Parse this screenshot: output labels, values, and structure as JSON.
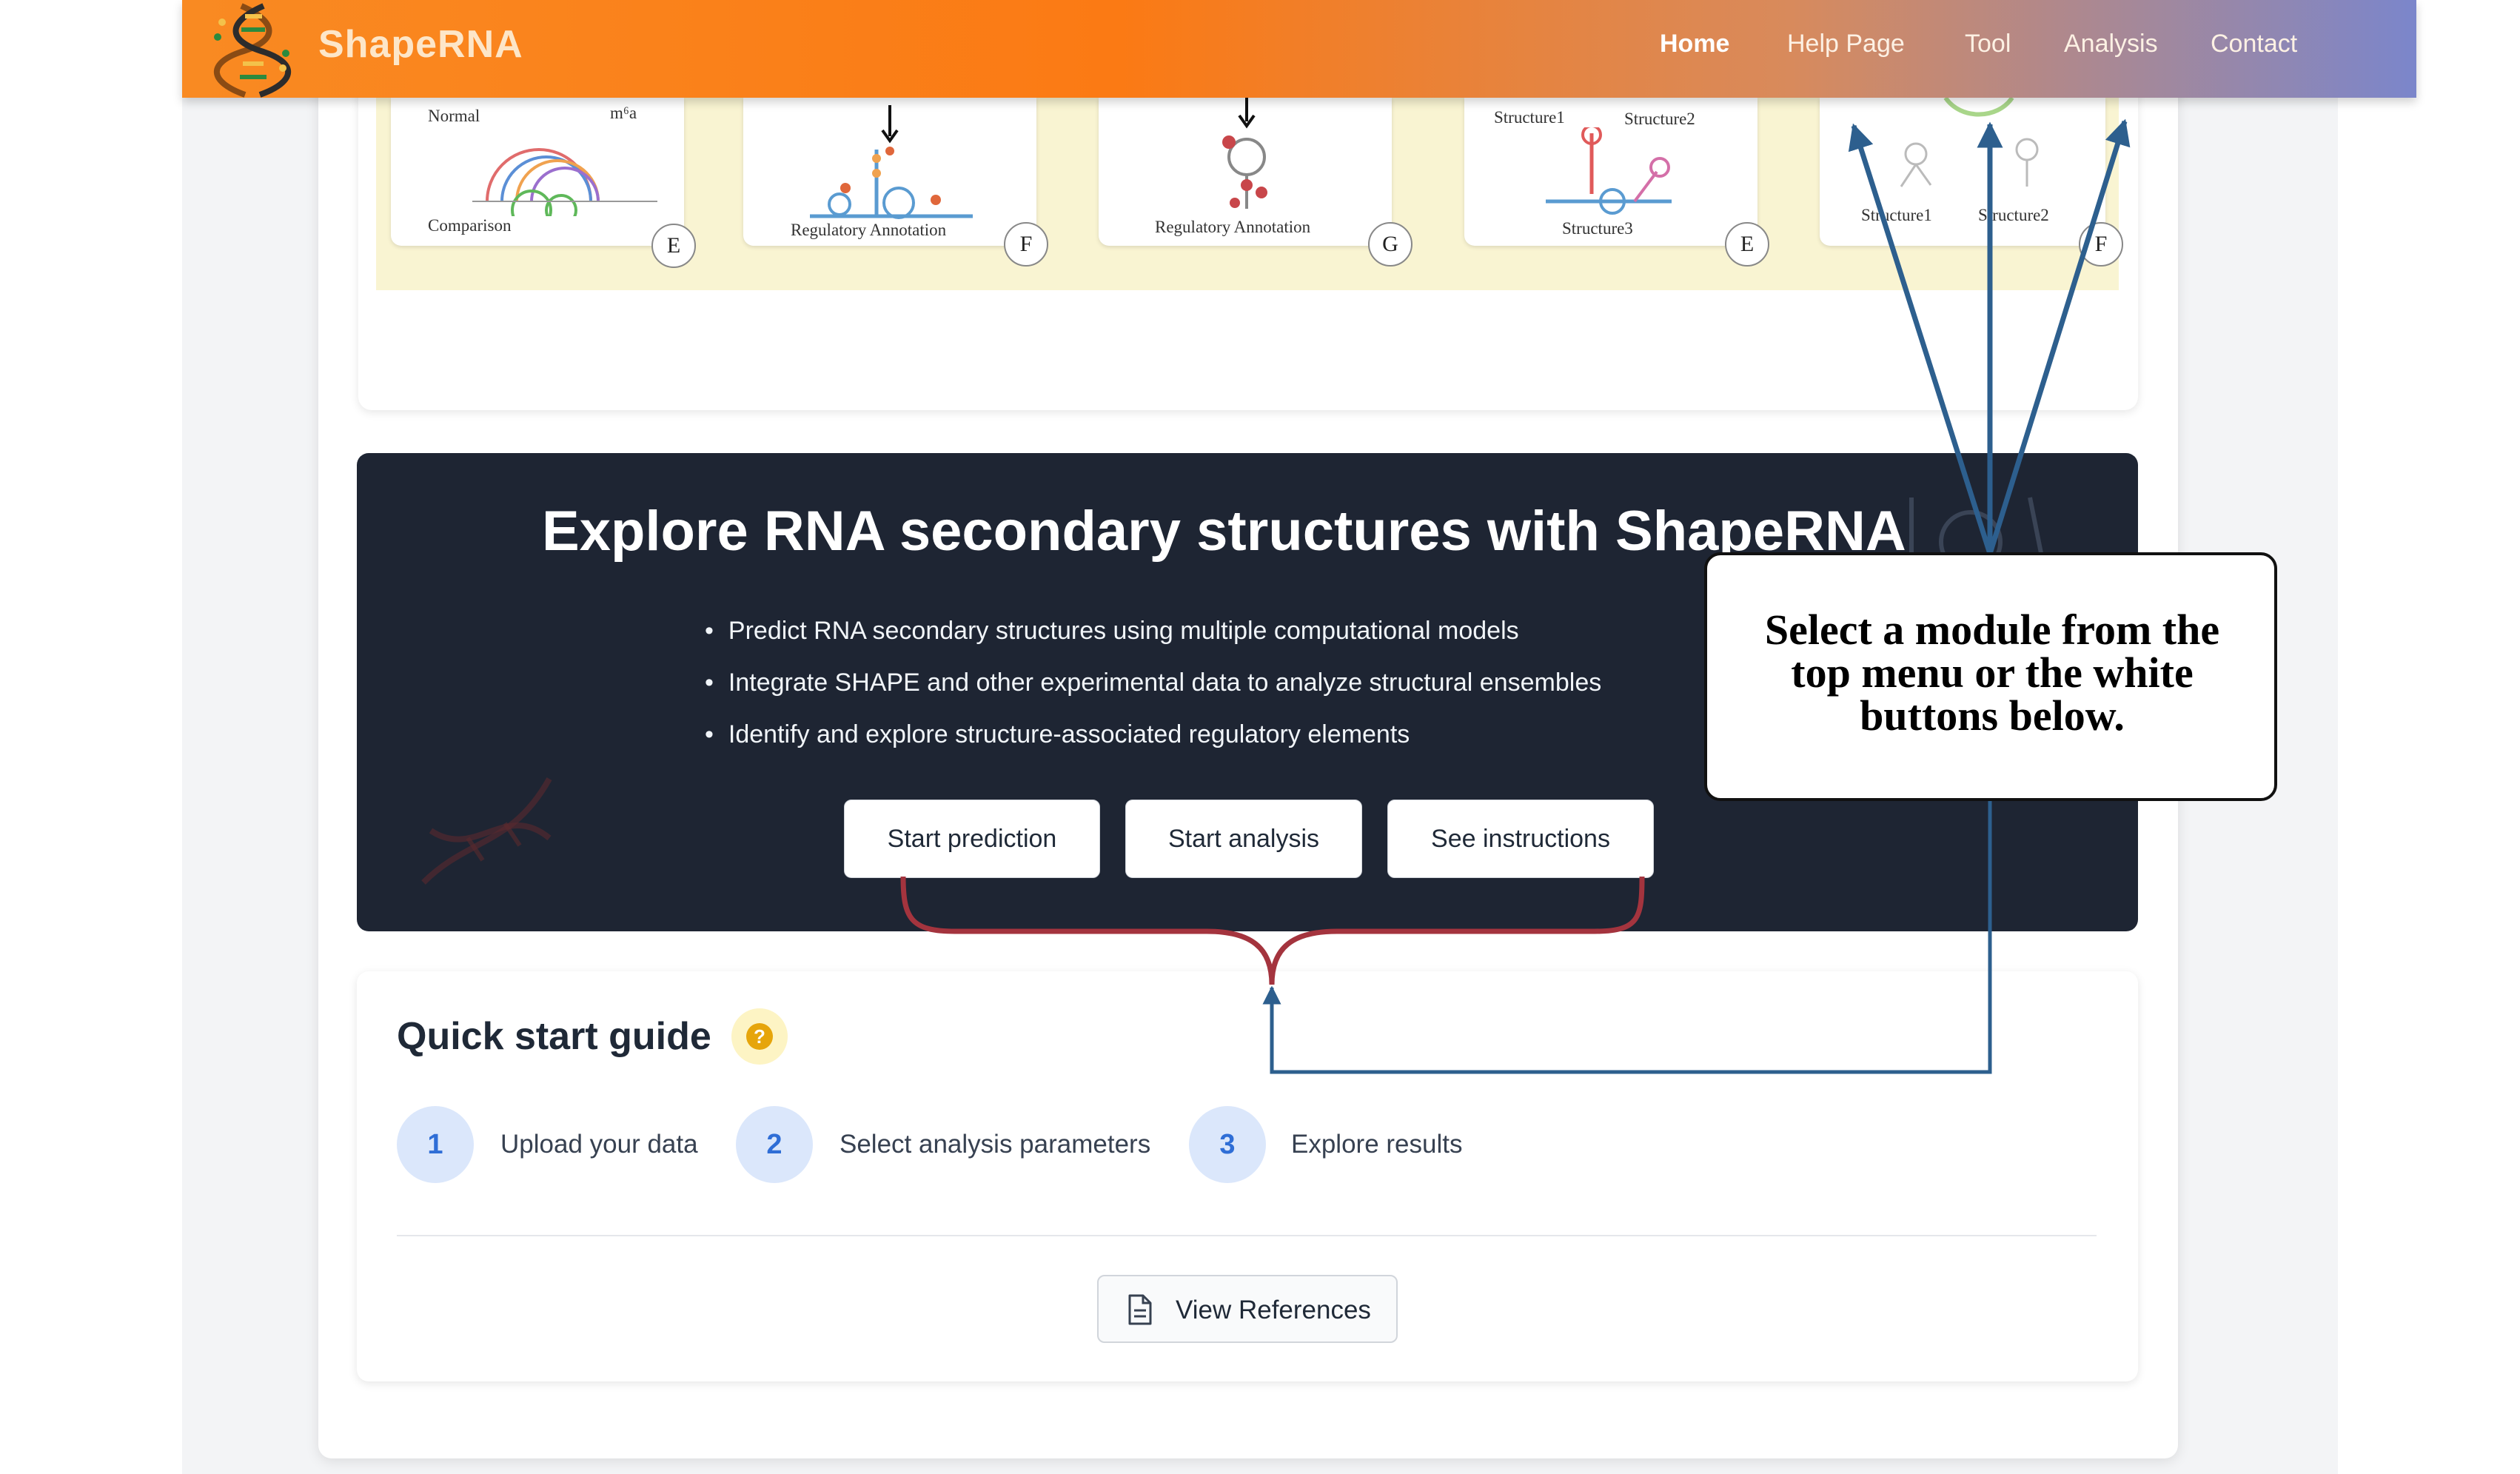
{
  "navbar": {
    "brand": "ShapeRNA",
    "items": [
      {
        "label": "Home",
        "active": true
      },
      {
        "label": "Help Page"
      },
      {
        "label": "Tool"
      },
      {
        "label": "Analysis"
      },
      {
        "label": "Contact"
      }
    ]
  },
  "figure_panels": {
    "panel1": {
      "top_left": "Normal",
      "top_right": "m⁶a",
      "bottom": "Comparison",
      "letter": "E"
    },
    "panel2": {
      "label": "Regulatory Annotation",
      "letter": "F"
    },
    "panel3": {
      "label": "Regulatory Annotation",
      "letter": "G"
    },
    "panel4": {
      "label_a": "Structure1",
      "label_b": "Structure2",
      "label_c": "Structure3",
      "letter": "E"
    },
    "panel5": {
      "label_a": "Structure1",
      "label_b": "Structure2",
      "letter": "F"
    }
  },
  "hero": {
    "title": "Explore RNA secondary structures with ShapeRNA",
    "bullets": [
      "Predict RNA secondary structures using multiple computational models",
      "Integrate SHAPE and other experimental data to analyze structural ensembles",
      "Identify and explore structure-associated regulatory elements"
    ],
    "buttons": {
      "prediction": "Start prediction",
      "analysis": "Start analysis",
      "instructions": "See instructions"
    }
  },
  "quick_start": {
    "title": "Quick start guide",
    "help_icon": "question-icon",
    "steps": [
      {
        "number": "1",
        "label": "Upload your data"
      },
      {
        "number": "2",
        "label": "Select analysis parameters"
      },
      {
        "number": "3",
        "label": "Explore results"
      }
    ],
    "references_button": "View References",
    "references_icon": "document-icon"
  },
  "callout": {
    "text": "Select a module from the top menu or the white buttons below."
  },
  "colors": {
    "nav_start": "#f98a22",
    "nav_end": "#7b86cb",
    "hero_bg": "#1e2533",
    "arrow_blue": "#2d5f8e",
    "bracket_red": "#a4343e",
    "step_circle": "#dbe7fb",
    "step_number": "#2f6ed6"
  }
}
